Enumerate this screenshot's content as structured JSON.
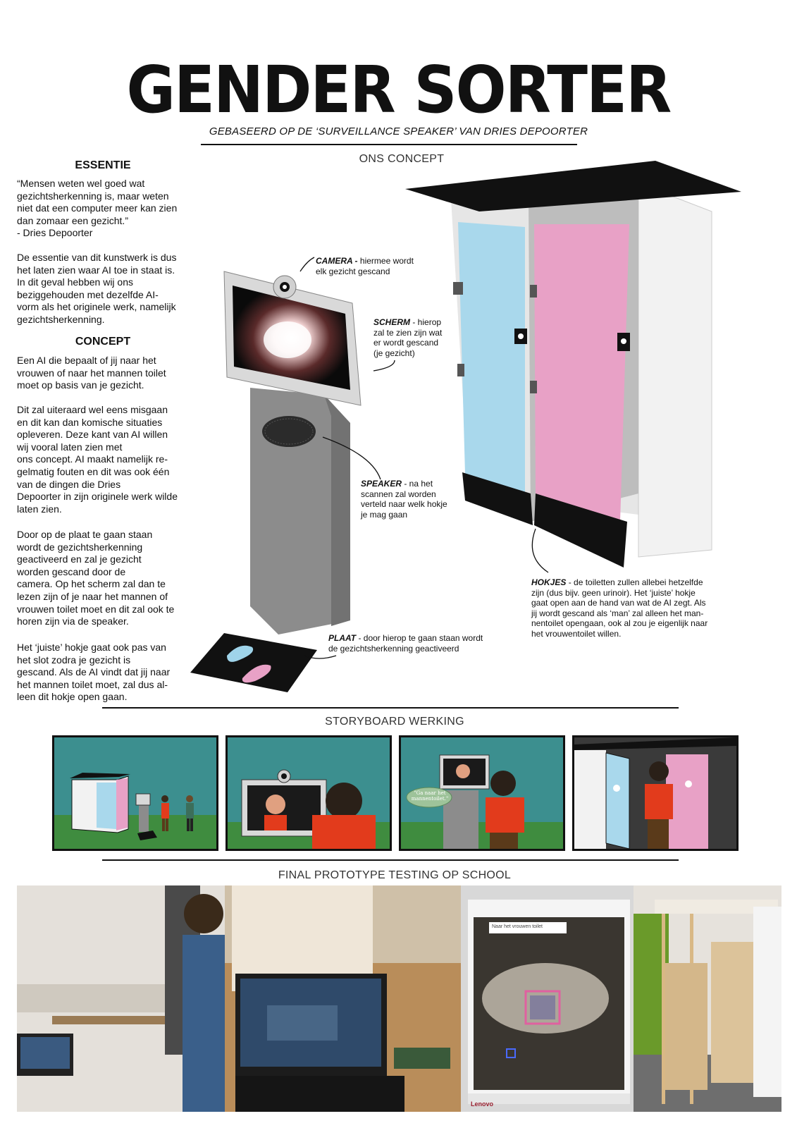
{
  "header": {
    "title": "GENDER SORTER",
    "subtitle": "GEBASEERD OP DE ‘SURVEILLANCE SPEAKER’ VAN DRIES DEPOORTER"
  },
  "left_column": {
    "essentie_heading": "ESSENTIE",
    "quote": "“Mensen weten wel goed wat\ngezichtsherkenning is, maar weten\nniet dat een computer meer kan zien\ndan zomaar een gezicht.”\n- Dries Depoorter",
    "essentie_body": "De essentie van dit kunstwerk is dus\nhet laten zien waar AI toe in staat is.\nIn dit geval hebben wij ons\nbeziggehouden met dezelfde AI-\nvorm als het originele werk, namelijk\ngezichtsherkenning.",
    "concept_heading": "CONCEPT",
    "concept_p1": "Een AI die bepaalt of jij naar het\nvrouwen of naar het mannen toilet\nmoet op basis van je gezicht.",
    "concept_p2": "Dit zal uiteraard wel eens misgaan\nen dit kan dan komische situaties\nopleveren. Deze kant van AI willen\nwij vooral laten zien met\nons concept. AI maakt namelijk re-\ngelmatig fouten en dit was ook één\nvan de dingen die Dries\nDepoorter in zijn originele werk wilde\nlaten zien.",
    "concept_p3": "Door op de plaat te gaan staan\nwordt de gezichtsherkenning\ngeactiveerd en zal je gezicht\nworden gescand door de\ncamera. Op het scherm zal dan te\nlezen zijn of je naar het mannen of\nvrouwen toilet moet en dit zal ook te\nhoren zijn via de speaker.",
    "concept_p4": "Het ‘juiste’ hokje gaat ook pas van\nhet slot zodra je gezicht is\ngescand. Als de AI vindt dat jij naar\nhet mannen toilet moet, zal dus al-\nleen dit hokje open gaan."
  },
  "concept_section": {
    "heading": "ONS CONCEPT",
    "callouts": {
      "camera_label": "CAMERA -",
      "camera_text": " hiermee wordt\nelk gezicht gescand",
      "scherm_label": "SCHERM",
      "scherm_text": " - hierop\nzal te zien zijn wat\ner wordt gescand\n(je gezicht)",
      "speaker_label": "SPEAKER",
      "speaker_text": " - na het\nscannen zal worden\nverteld naar welk hokje\nje mag gaan",
      "plaat_label": "PLAAT",
      "plaat_text": " - door hierop te gaan staan wordt\nde gezichtsherkenning geactiveerd",
      "hokjes_label": "HOKJES",
      "hokjes_text": " - de toiletten zullen allebei hetzelfde\nzijn (dus bijv. geen urinoir). Het ‘juiste’ hokje\ngaat open aan de hand van wat de AI zegt. Als\njij wordt gescand als ‘man’ zal alleen het man-\nnentoilet opengaan, ook al zou je eigenlijk naar\nhet vrouwentoilet willen."
    }
  },
  "storyboard": {
    "heading": "STORYBOARD WERKING",
    "speech_bubble": "\"Ga naar het\nmannentoilet.\""
  },
  "final_section": {
    "heading": "FINAL PROTOTYPE TESTING OP SCHOOL",
    "screen_box_text": "Naar het vrouwen toilet",
    "laptop_brand": "Lenovo"
  },
  "colors": {
    "blue_door": "#a9d8ec",
    "pink_door": "#e8a1c6",
    "teal_wall": "#3c8f8f",
    "grass": "#3f8c3f",
    "shirt": "#e23b1c",
    "stand": "#8c8c8c"
  }
}
